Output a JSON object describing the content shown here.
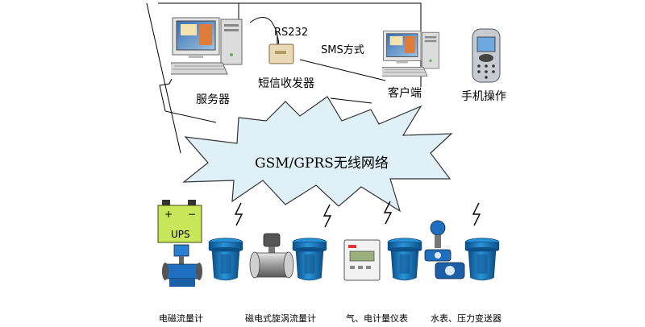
{
  "labels": {
    "rs232": "RS232",
    "sms_mode": "SMS方式",
    "sms_transceiver": "短信收发器",
    "server": "服务器",
    "client": "客户端",
    "mobile_operation": "手机操作",
    "network": "GSM/GPRS无线网络",
    "ups": "UPS",
    "ups_plus": "+",
    "ups_minus": "−"
  },
  "devices": [
    {
      "label": "电磁流量计"
    },
    {
      "label": "磁电式旋涡流量计"
    },
    {
      "label": "气、电计量仪表"
    },
    {
      "label": "水表、压力变送器"
    }
  ],
  "colors": {
    "cloud_fill": "#dff0f6",
    "cloud_stroke": "#333333",
    "rtu_blue": "#1a7fc6",
    "rtu_dark": "#0c4f86",
    "ups_green": "#c9e65a",
    "line": "#000000"
  }
}
